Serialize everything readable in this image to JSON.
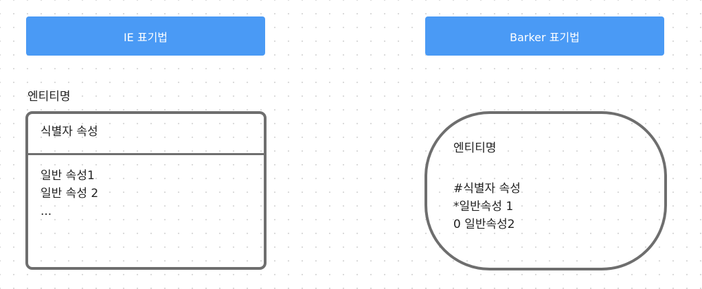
{
  "ie": {
    "header": "IE 표기법",
    "entity_name": "엔티티명",
    "identifier": "식별자 속성",
    "attributes": [
      "일반 속성1",
      "일반 속성 2",
      "..."
    ]
  },
  "barker": {
    "header": "Barker 표기법",
    "entity_name": "엔티티명",
    "attributes": [
      "#식별자 속성",
      "*일반속성 1",
      "0 일반속성2"
    ]
  },
  "colors": {
    "header_bg": "#4a9af5",
    "header_text": "#ffffff",
    "border": "#6e6e6e",
    "text": "#1f1f1f"
  }
}
